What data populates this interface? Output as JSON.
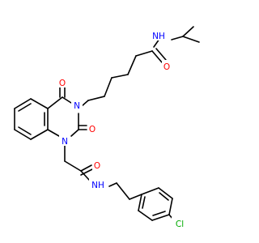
{
  "molecule": {
    "atoms": {
      "amide_nh_top": "NH",
      "amide_o_top": "O",
      "ring_n3": "N",
      "ring_o4": "O",
      "ring_o2": "O",
      "ring_n1": "N",
      "amide_o_low": "O",
      "amide_nh_low": "NH",
      "chlorine": "Cl"
    },
    "colors": {
      "bond": "#000000",
      "nitrogen": "#0000ff",
      "oxygen": "#ff0000",
      "chlorine": "#00aa00"
    }
  }
}
